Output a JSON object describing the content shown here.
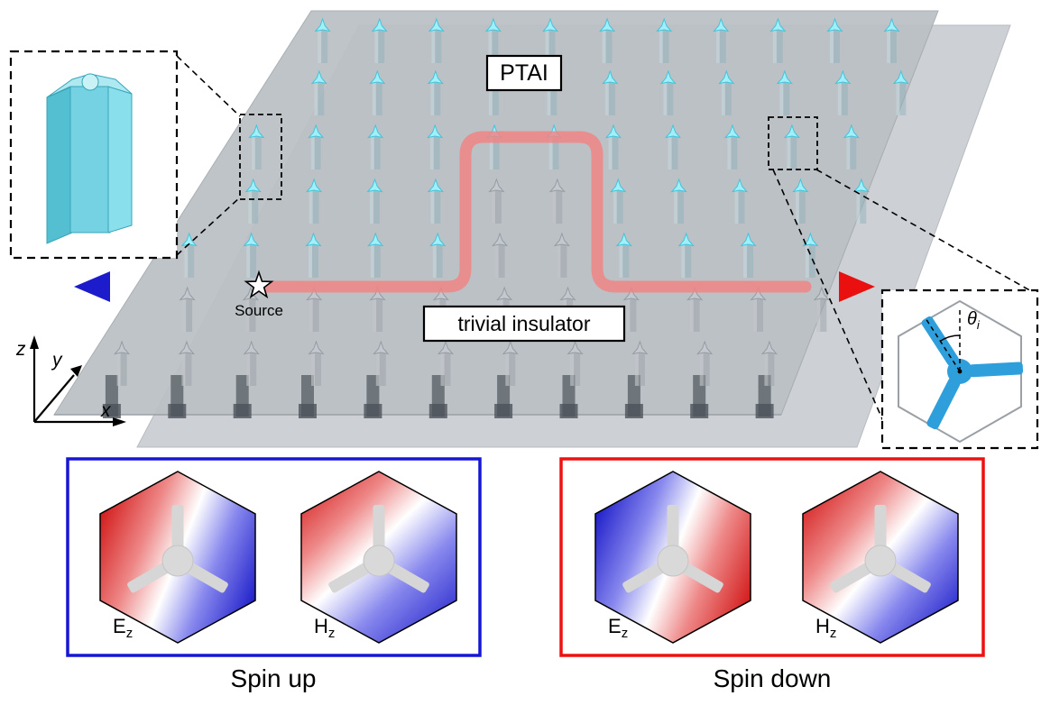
{
  "figure": {
    "main": {
      "ptai": "PTAI",
      "trivial": "trivial insulator",
      "source": "Source",
      "axis_x": "x",
      "axis_y": "y",
      "axis_z": "z",
      "theta": "θ",
      "theta_sub": "i"
    },
    "panels": {
      "spin_up": {
        "caption": "Spin up",
        "border_color": "#1616d4",
        "fields": [
          {
            "base": "E",
            "sub": "z"
          },
          {
            "base": "H",
            "sub": "z"
          }
        ]
      },
      "spin_down": {
        "caption": "Spin down",
        "border_color": "#ee1111",
        "fields": [
          {
            "base": "E",
            "sub": "z"
          },
          {
            "base": "H",
            "sub": "z"
          }
        ]
      }
    },
    "colors": {
      "pillar_cyan": "#8fe3f0",
      "pillar_gray": "#b6bcc2",
      "waveguide_pink": "#f08585",
      "arrow_blue": "#1c1ccd",
      "arrow_red": "#ea1010",
      "tripod_blue": "#2f9fdc",
      "field_red": "#d42020",
      "field_blue": "#2424cc"
    }
  }
}
